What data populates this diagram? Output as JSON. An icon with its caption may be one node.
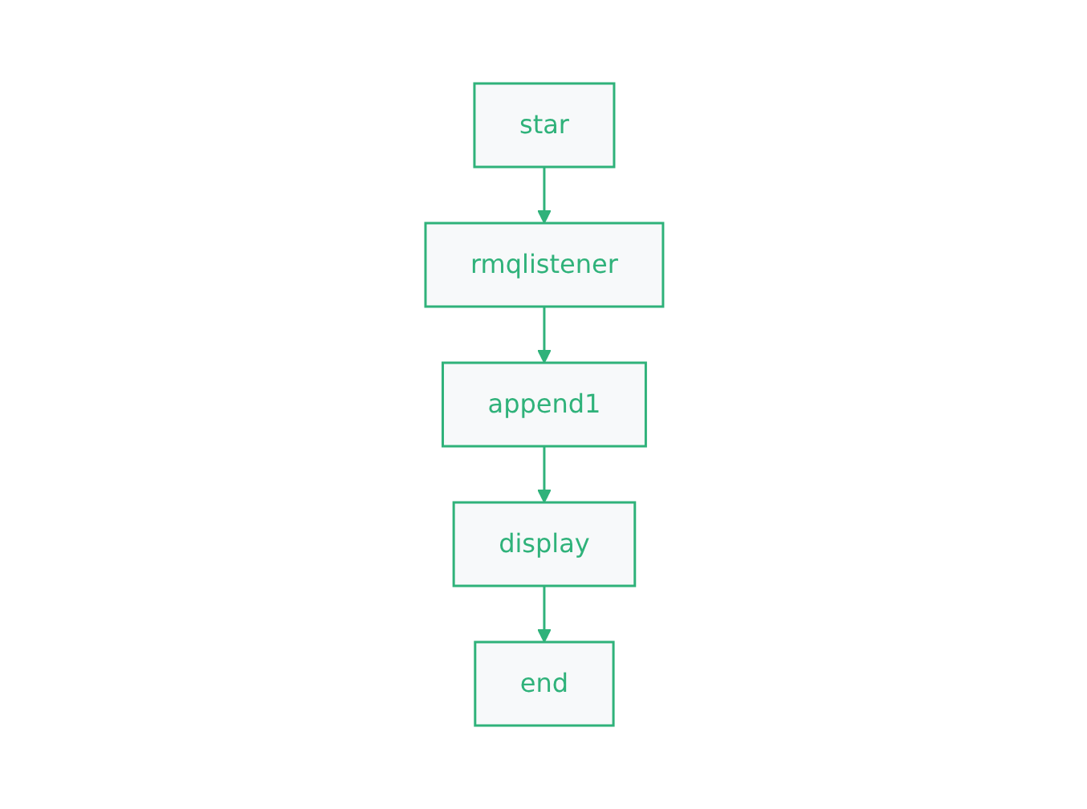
{
  "diagram": {
    "nodes": [
      {
        "text": [
          "star"
        ]
      },
      {
        "text": [
          "rmqlistener"
        ]
      },
      {
        "text": [
          "append1"
        ]
      },
      {
        "text": [
          "display"
        ]
      },
      {
        "text": [
          "end"
        ]
      }
    ],
    "edges": [
      {
        "from": 0,
        "to": 1,
        "arrow": "to"
      },
      {
        "from": 1,
        "to": 2,
        "arrow": "to"
      },
      {
        "from": 2,
        "to": 3,
        "arrow": "to"
      },
      {
        "from": 3,
        "to": 4,
        "arrow": "to"
      }
    ]
  }
}
